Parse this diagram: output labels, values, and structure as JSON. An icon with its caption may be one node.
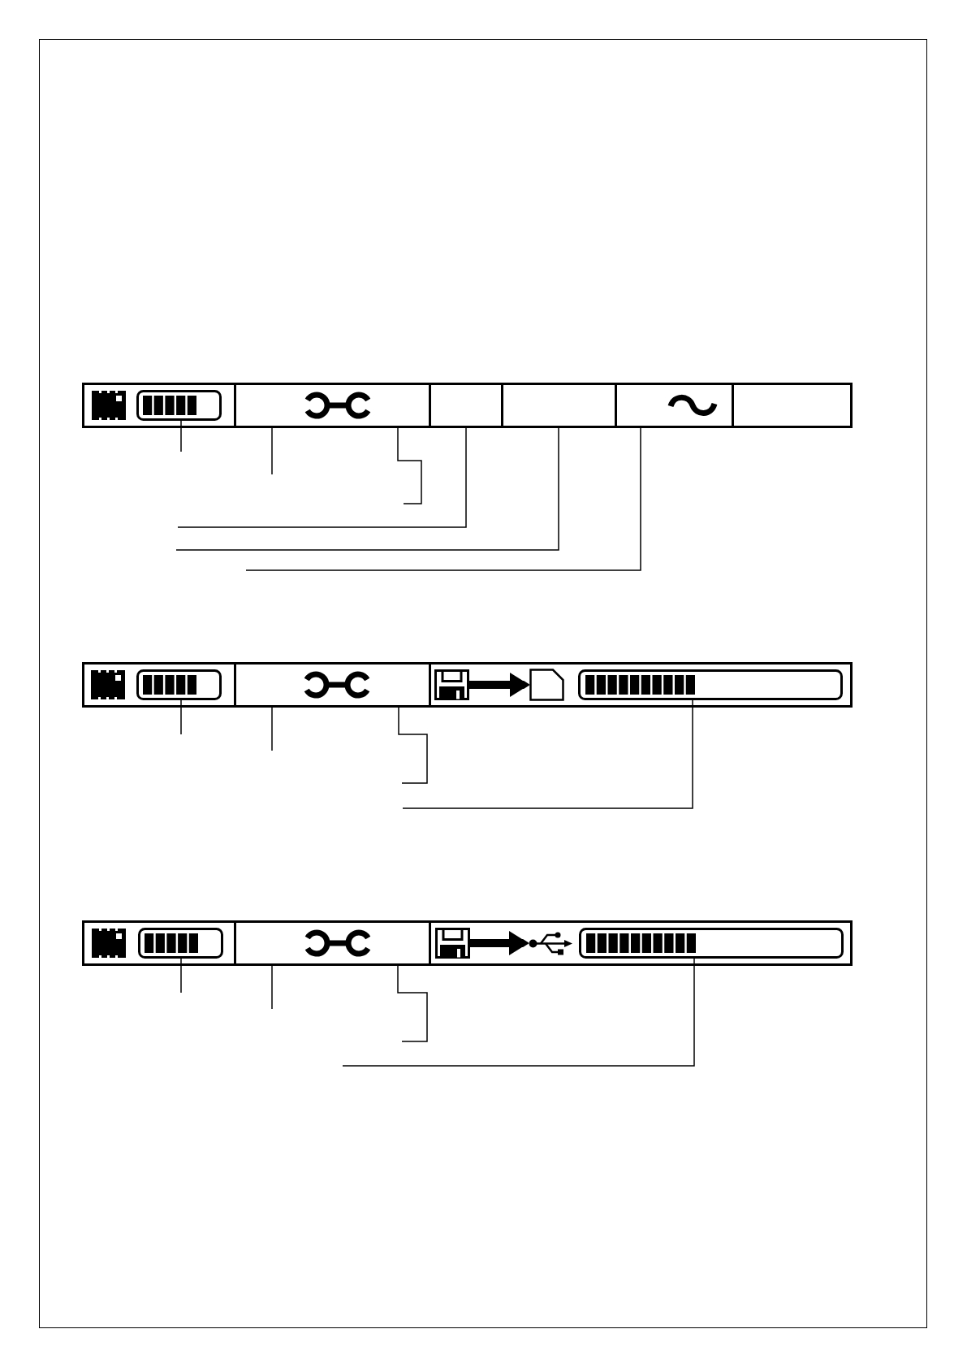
{
  "diagram": {
    "nodes": [
      {
        "text": [],
        "shape": "box"
      },
      {
        "text": [],
        "shape": "box",
        "in": 0
      },
      {
        "text": [],
        "shape": "bar",
        "in": 1
      },
      {
        "text": [],
        "shape": "box",
        "in": 0
      },
      {
        "text": [],
        "shape": "box",
        "in": 0
      },
      {
        "text": [],
        "shape": "box",
        "in": 0
      },
      {
        "text": [],
        "shape": "box",
        "in": 0
      },
      {
        "text": [],
        "shape": "box",
        "in": 0
      },
      {
        "text": [],
        "shape": "box"
      },
      {
        "text": [],
        "shape": "box",
        "in": 8
      },
      {
        "text": [],
        "shape": "bar",
        "in": 9
      },
      {
        "text": [],
        "shape": "box",
        "in": 8
      },
      {
        "text": [],
        "shape": "box",
        "in": 8
      },
      {
        "text": [],
        "shape": "picture",
        "in": 12
      },
      {
        "text": [],
        "shape": "document",
        "in": 12
      },
      {
        "text": [],
        "shape": "bar",
        "in": 12
      },
      {
        "text": [],
        "shape": "box"
      },
      {
        "text": [],
        "shape": "box",
        "in": 16
      },
      {
        "text": [],
        "shape": "bar",
        "in": 17
      },
      {
        "text": [],
        "shape": "box",
        "in": 16
      },
      {
        "text": [],
        "shape": "box",
        "in": 16
      },
      {
        "text": [],
        "shape": "picture",
        "in": 20
      },
      {
        "text": [],
        "shape": "picture",
        "in": 20
      },
      {
        "text": [],
        "shape": "bar",
        "in": 20
      }
    ],
    "edges": [
      {
        "from": null,
        "to": 2,
        "arrow": "none"
      },
      {
        "from": null,
        "to": 3,
        "arrow": "none"
      },
      {
        "from": null,
        "to": 3,
        "arrow": "none"
      },
      {
        "from": null,
        "to": 4,
        "arrow": "none"
      },
      {
        "from": null,
        "to": 5,
        "arrow": "none"
      },
      {
        "from": null,
        "to": 6,
        "arrow": "none"
      },
      {
        "from": 13,
        "to": 14,
        "arrow": "to",
        "style": "thick"
      },
      {
        "from": null,
        "to": 10,
        "arrow": "none"
      },
      {
        "from": null,
        "to": 11,
        "arrow": "none"
      },
      {
        "from": null,
        "to": 11,
        "arrow": "none"
      },
      {
        "from": null,
        "to": 15,
        "arrow": "none"
      },
      {
        "from": 21,
        "to": 22,
        "arrow": "to",
        "style": "thick"
      },
      {
        "from": null,
        "to": 18,
        "arrow": "none"
      },
      {
        "from": null,
        "to": 19,
        "arrow": "none"
      },
      {
        "from": null,
        "to": 19,
        "arrow": "none"
      },
      {
        "from": null,
        "to": 23,
        "arrow": "none"
      }
    ]
  }
}
